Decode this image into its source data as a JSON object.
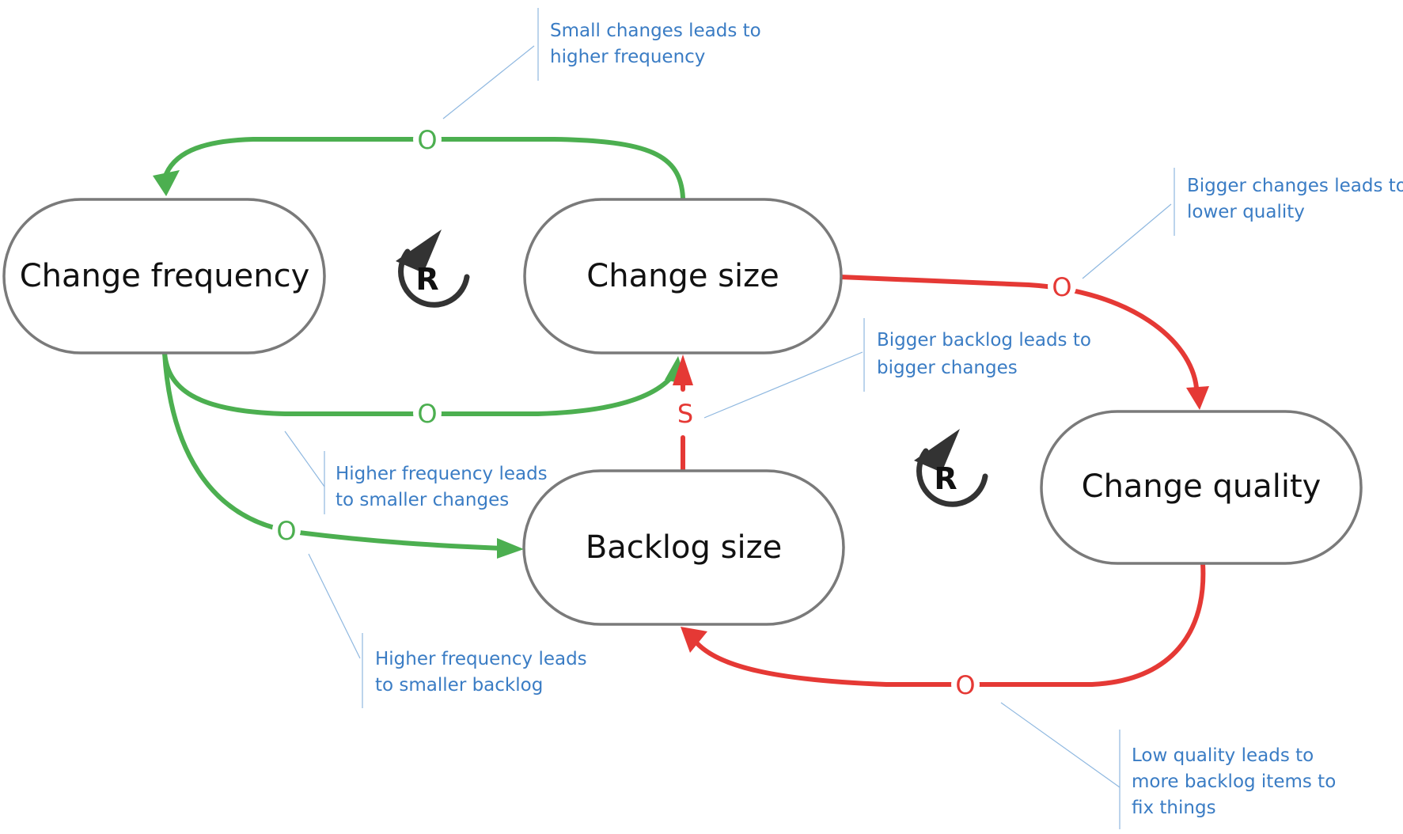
{
  "nodes": {
    "change_frequency": "Change frequency",
    "change_size": "Change size",
    "backlog_size": "Backlog size",
    "change_quality": "Change quality"
  },
  "links": {
    "size_to_frequency": {
      "polarity": "O",
      "color": "#4caf50"
    },
    "frequency_to_size": {
      "polarity": "O",
      "color": "#4caf50"
    },
    "frequency_to_backlog": {
      "polarity": "O",
      "color": "#4caf50"
    },
    "backlog_to_size": {
      "polarity": "S",
      "color": "#e53935"
    },
    "size_to_quality": {
      "polarity": "O",
      "color": "#e53935"
    },
    "quality_to_backlog": {
      "polarity": "O",
      "color": "#e53935"
    }
  },
  "loops": {
    "left": {
      "label": "R"
    },
    "right": {
      "label": "R"
    }
  },
  "notes": {
    "small_changes": [
      "Small changes leads to",
      "higher frequency"
    ],
    "bigger_changes": [
      "Bigger changes leads to",
      "lower quality"
    ],
    "bigger_backlog": [
      "Bigger backlog leads to",
      "bigger changes"
    ],
    "higher_freq_smaller_changes": [
      "Higher frequency leads",
      "to smaller changes"
    ],
    "higher_freq_smaller_backlog": [
      "Higher frequency leads",
      "to smaller backlog"
    ],
    "low_quality": [
      "Low quality leads to",
      "more backlog items to",
      "fix things"
    ]
  },
  "colors": {
    "positive_link": "#4caf50",
    "negative_link": "#e53935",
    "note_text": "#3a7cc4"
  }
}
